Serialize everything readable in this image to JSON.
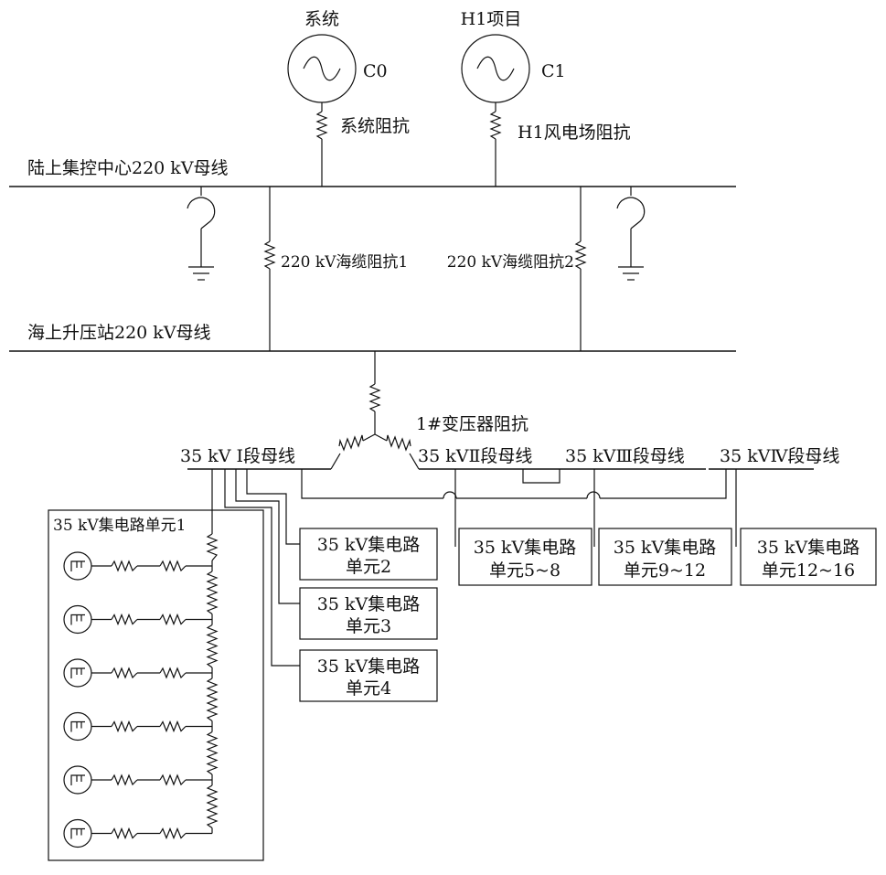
{
  "sources": [
    {
      "top_label": "系统",
      "side_label": "C0"
    },
    {
      "top_label": "H1项目",
      "side_label": "C1"
    }
  ],
  "impedances": {
    "system": "系统阻抗",
    "h1": "H1风电场阻抗",
    "cable1": "220 kV海缆阻抗1",
    "cable2": "220 kV海缆阻抗2",
    "transformer": "1#变压器阻抗"
  },
  "buses": {
    "onshore": "陆上集控中心220 kV母线",
    "offshore": "海上升压站220 kV母线",
    "seg1": "35 kV Ⅰ段母线",
    "seg2": "35 kVⅡ段母线",
    "seg3": "35 kVⅢ段母线",
    "seg4": "35 kVⅣ段母线"
  },
  "feeder_unit1": {
    "title": "35 kV集电路单元1",
    "turbine_count": 6
  },
  "feeder_boxes": [
    {
      "line1": "35 kV集电路",
      "line2": "单元2"
    },
    {
      "line1": "35 kV集电路",
      "line2": "单元3"
    },
    {
      "line1": "35 kV集电路",
      "line2": "单元4"
    },
    {
      "line1": "35 kV集电路",
      "line2": "单元5~8"
    },
    {
      "line1": "35 kV集电路",
      "line2": "单元9~12"
    },
    {
      "line1": "35 kV集电路",
      "line2": "单元12~16"
    }
  ]
}
